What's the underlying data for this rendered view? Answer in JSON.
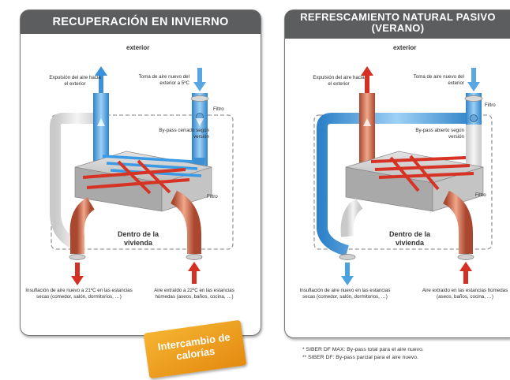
{
  "left_panel": {
    "title": "RECUPERACIÓN EN INVIERNO",
    "exterior": "exterior",
    "expulsion": "Expulsión del aire hacia el exterior",
    "toma": "Toma de aire nuevo del exterior a 5ºC",
    "filtro_top": "Filtro",
    "bypass": "By-pass cerrado según versión",
    "filtro_mid": "Filtro",
    "dentro": "Dentro de la vivienda",
    "insuflacion": "Insuflación de aire nuevo a 21ºC en las estancias secas (comedor, salón, dormitorios, …)",
    "extraido": "Aire extraído a 22ºC en las estancias húmedas (aseos, baños, cocina, …)"
  },
  "right_panel": {
    "title": "REFRESCAMIENTO NATURAL PASIVO (VERANO)",
    "exterior": "exterior",
    "expulsion": "Expulsión del aire hacia el exterior",
    "toma": "Toma de aire nuevo del exterior",
    "filtro_top": "Filtro",
    "bypass": "By-pass abierto según versión",
    "filtro_mid": "Filtro",
    "dentro": "Dentro de la vivienda",
    "insuflacion": "Insuflación de aire nuevo en las estancias secas (comedor, salón, dormitorios, …)",
    "extraido": "Aire extraído en las estancias húmedas (aseos, baños, cocina, …)"
  },
  "badge": "Intercambio de calorías",
  "notes": [
    "* SIBER DF MAX: By-pass total para el aire nuevo.",
    "** SIBER DF: By-pass parcial para el aire nuevo."
  ],
  "colors": {
    "blue": "#4aa3e0",
    "red": "#d9392f",
    "copper": "#c86a4f",
    "header": "#5b5d5f",
    "badge": "#ef9e22"
  }
}
